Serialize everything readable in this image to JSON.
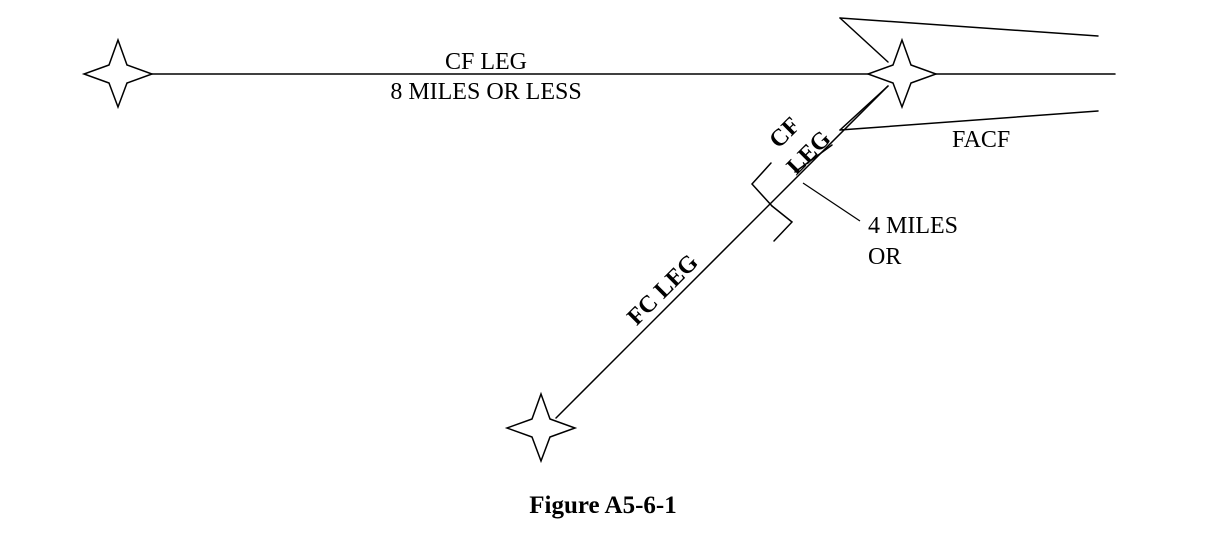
{
  "figure": {
    "caption": "Figure A5-6-1"
  },
  "labels": {
    "cf_leg_top": "CF LEG",
    "cf_leg_distance": "8 MILES OR LESS",
    "facf": "FACF",
    "cf_leg_diag_line1": "CF",
    "cf_leg_diag_line2": "LEG",
    "fc_leg": "FC LEG",
    "four_miles_line1": "4 MILES",
    "four_miles_line2": "OR"
  },
  "fixes": [
    {
      "id": "west-fix",
      "symbol": "four-point-star"
    },
    {
      "id": "facf-fix",
      "symbol": "four-point-star"
    },
    {
      "id": "southwest-fix",
      "symbol": "four-point-star"
    }
  ]
}
